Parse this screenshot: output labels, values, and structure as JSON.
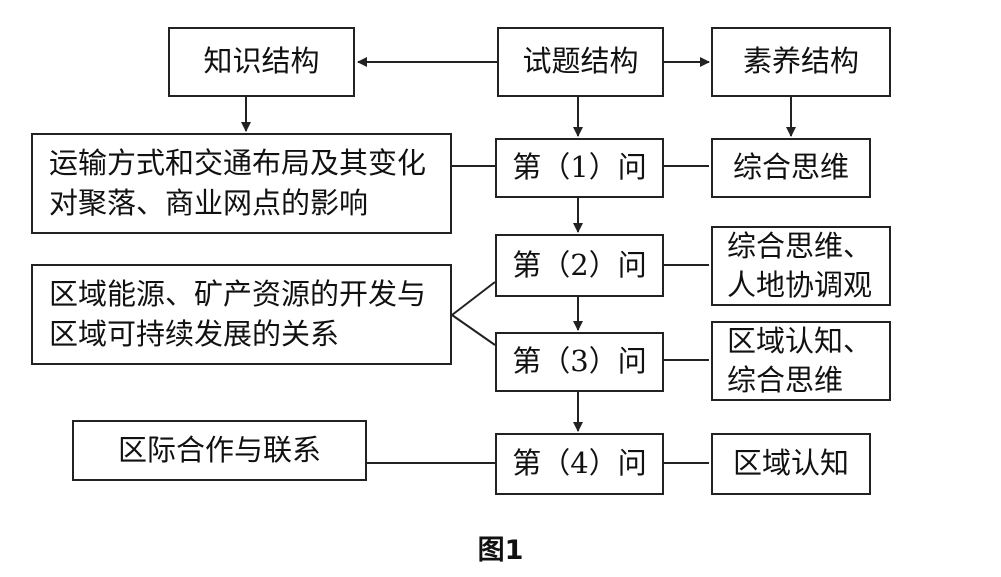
{
  "nodes": {
    "knowledge_structure": "知识结构",
    "question_structure": "试题结构",
    "literacy_structure": "素养结构",
    "knowledge_1": "运输方式和交通布局及其变化\n对聚落、商业网点的影响",
    "knowledge_2": "区域能源、矿产资源的开发与\n区域可持续发展的关系",
    "knowledge_3": "区际合作与联系",
    "question_1": "第（1）问",
    "question_2": "第（2）问",
    "question_3": "第（3）问",
    "question_4": "第（4）问",
    "literacy_1": "综合思维",
    "literacy_2": "综合思维、\n人地协调观",
    "literacy_3": "区域认知、\n综合思维",
    "literacy_4": "区域认知"
  },
  "caption": "图1",
  "colors": {
    "line": "#222222",
    "background": "#ffffff"
  }
}
